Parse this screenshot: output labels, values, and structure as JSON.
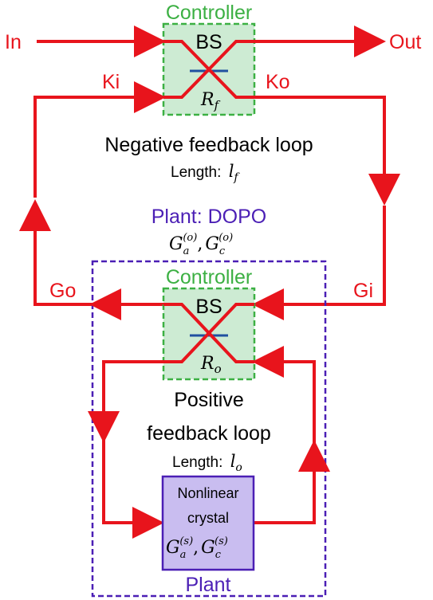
{
  "colors": {
    "signal": "#e8141c",
    "controller_border": "#3cb043",
    "controller_fill": "#cdebd3",
    "plant_border": "#4b1fb5",
    "plant_fill": "#c9bdf0",
    "beam_splitter": "#2050a0",
    "text": "#000000"
  },
  "top_controller": {
    "title": "Controller",
    "bs_label": "BS",
    "reflectivity": "R",
    "reflectivity_sub": "f"
  },
  "ports": {
    "input": "In",
    "output": "Out",
    "ki": "Ki",
    "ko": "Ko",
    "go": "Go",
    "gi": "Gi"
  },
  "negative_loop": {
    "title": "Negative feedback loop",
    "length_label": "Length:",
    "length_symbol": "l",
    "length_sub": "f"
  },
  "dopo": {
    "title": "Plant: DOPO",
    "gain_text_1": "G",
    "gain_sub_1": "a",
    "gain_sup_1": "(o)",
    "gain_separator": ",",
    "gain_text_2": "G",
    "gain_sub_2": "c",
    "gain_sup_2": "(o)"
  },
  "inner_controller": {
    "title": "Controller",
    "bs_label": "BS",
    "reflectivity": "R",
    "reflectivity_sub": "o"
  },
  "positive_loop": {
    "title_line1": "Positive",
    "title_line2": "feedback loop",
    "length_label": "Length:",
    "length_symbol": "l",
    "length_sub": "o"
  },
  "crystal": {
    "line1": "Nonlinear",
    "line2": "crystal",
    "gain_text_1": "G",
    "gain_sub_1": "a",
    "gain_sup_1": "(s)",
    "gain_separator": ",",
    "gain_text_2": "G",
    "gain_sub_2": "c",
    "gain_sup_2": "(s)",
    "label": "Plant"
  }
}
